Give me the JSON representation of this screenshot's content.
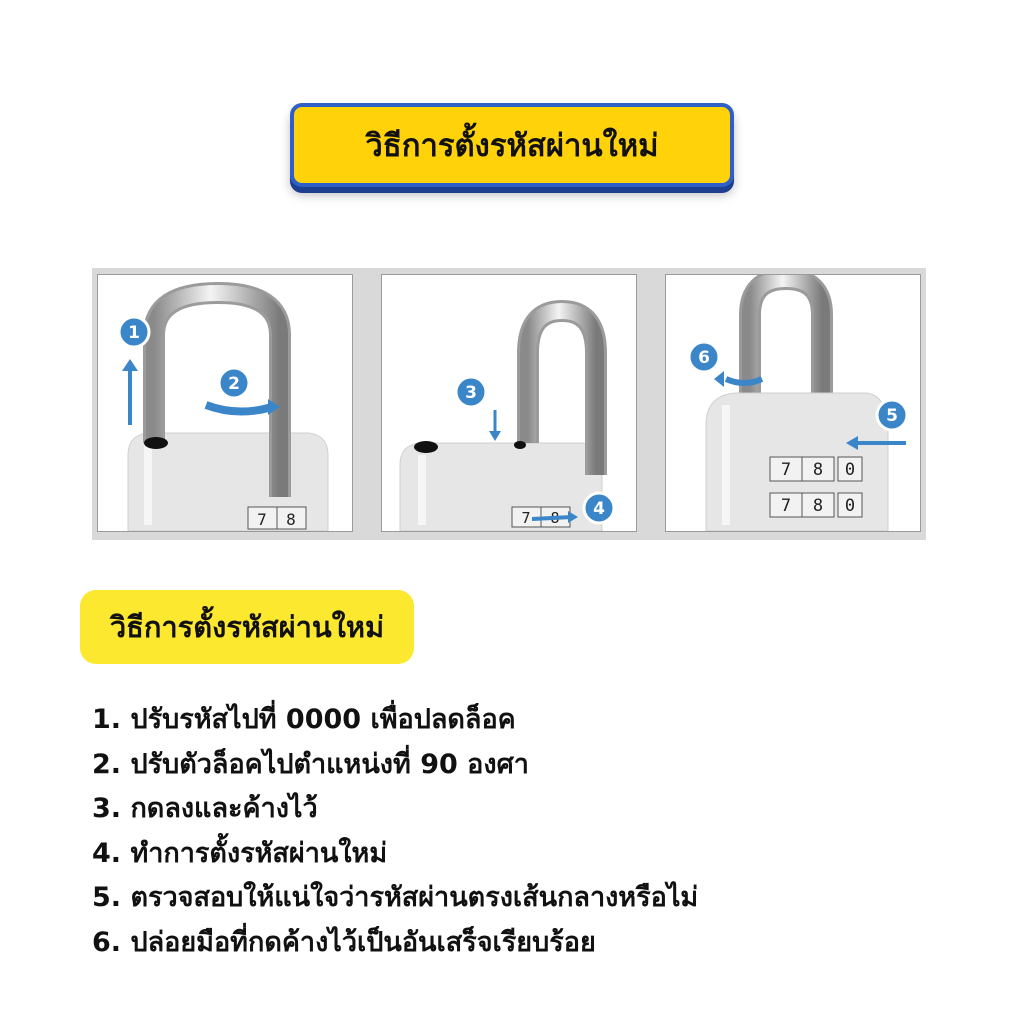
{
  "banner": {
    "title": "วิธีการตั้งรหัสผ่านใหม่"
  },
  "section": {
    "heading": "วิธีการตั้งรหัสผ่านใหม่"
  },
  "panels": [
    {
      "badges": [
        "1",
        "2"
      ],
      "dials": [
        "7",
        "8"
      ]
    },
    {
      "badges": [
        "3",
        "4"
      ],
      "dials": [
        "7",
        "8"
      ]
    },
    {
      "badges": [
        "6",
        "5"
      ],
      "dials_row1": [
        "7",
        "8",
        "0"
      ],
      "dials_row2": [
        "7",
        "8",
        "0"
      ]
    }
  ],
  "steps": [
    "1. ปรับรหัสไปที่ 0000 เพื่อปลดล็อค",
    "2. ปรับตัวล็อคไปตำแหน่งที่ 90 องศา",
    "3. กดลงและค้างไว้",
    "4. ทำการตั้งรหัสผ่านใหม่",
    "5. ตรวจสอบให้แน่ใจว่ารหัสผ่านตรงเส้นกลางหรือไม่",
    "6. ปล่อยมือที่กดค้างไว้เป็นอันเสร็จเรียบร้อย"
  ],
  "colors": {
    "banner_fill": "#ffd20a",
    "banner_border": "#2f5fc8",
    "pill_fill": "#fde830",
    "badge_blue": "#3a86c8"
  }
}
